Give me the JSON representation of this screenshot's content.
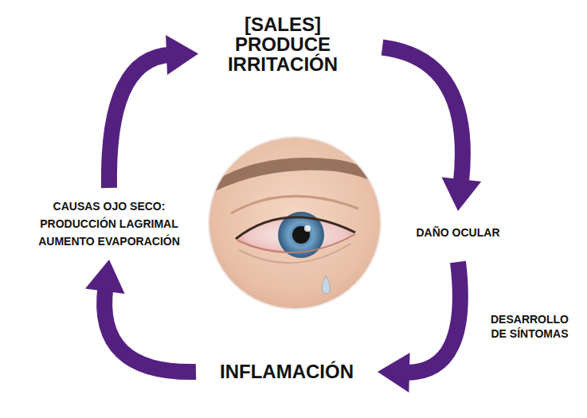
{
  "diagram": {
    "nodes": [
      {
        "text": [
          "[SALES] PRODUCE IRRITACIÓN"
        ]
      },
      {
        "text": [
          "CAUSAS OJO SECO: PRODUCCIÓN LAGRIMAL AUMENTO EVAPORACIÓN"
        ]
      },
      {
        "text": [
          "DAÑO OCULAR"
        ]
      },
      {
        "text": [
          "INFLAMACIÓN"
        ]
      }
    ],
    "edges": [
      {
        "from": 0,
        "to": 2,
        "arrow": "to"
      },
      {
        "from": 2,
        "to": 3,
        "label": "DESARROLLO DE SÍNTOMAS",
        "arrow": "to"
      },
      {
        "from": 3,
        "to": 1,
        "arrow": "to"
      },
      {
        "from": 1,
        "to": 0,
        "arrow": "to"
      }
    ]
  }
}
